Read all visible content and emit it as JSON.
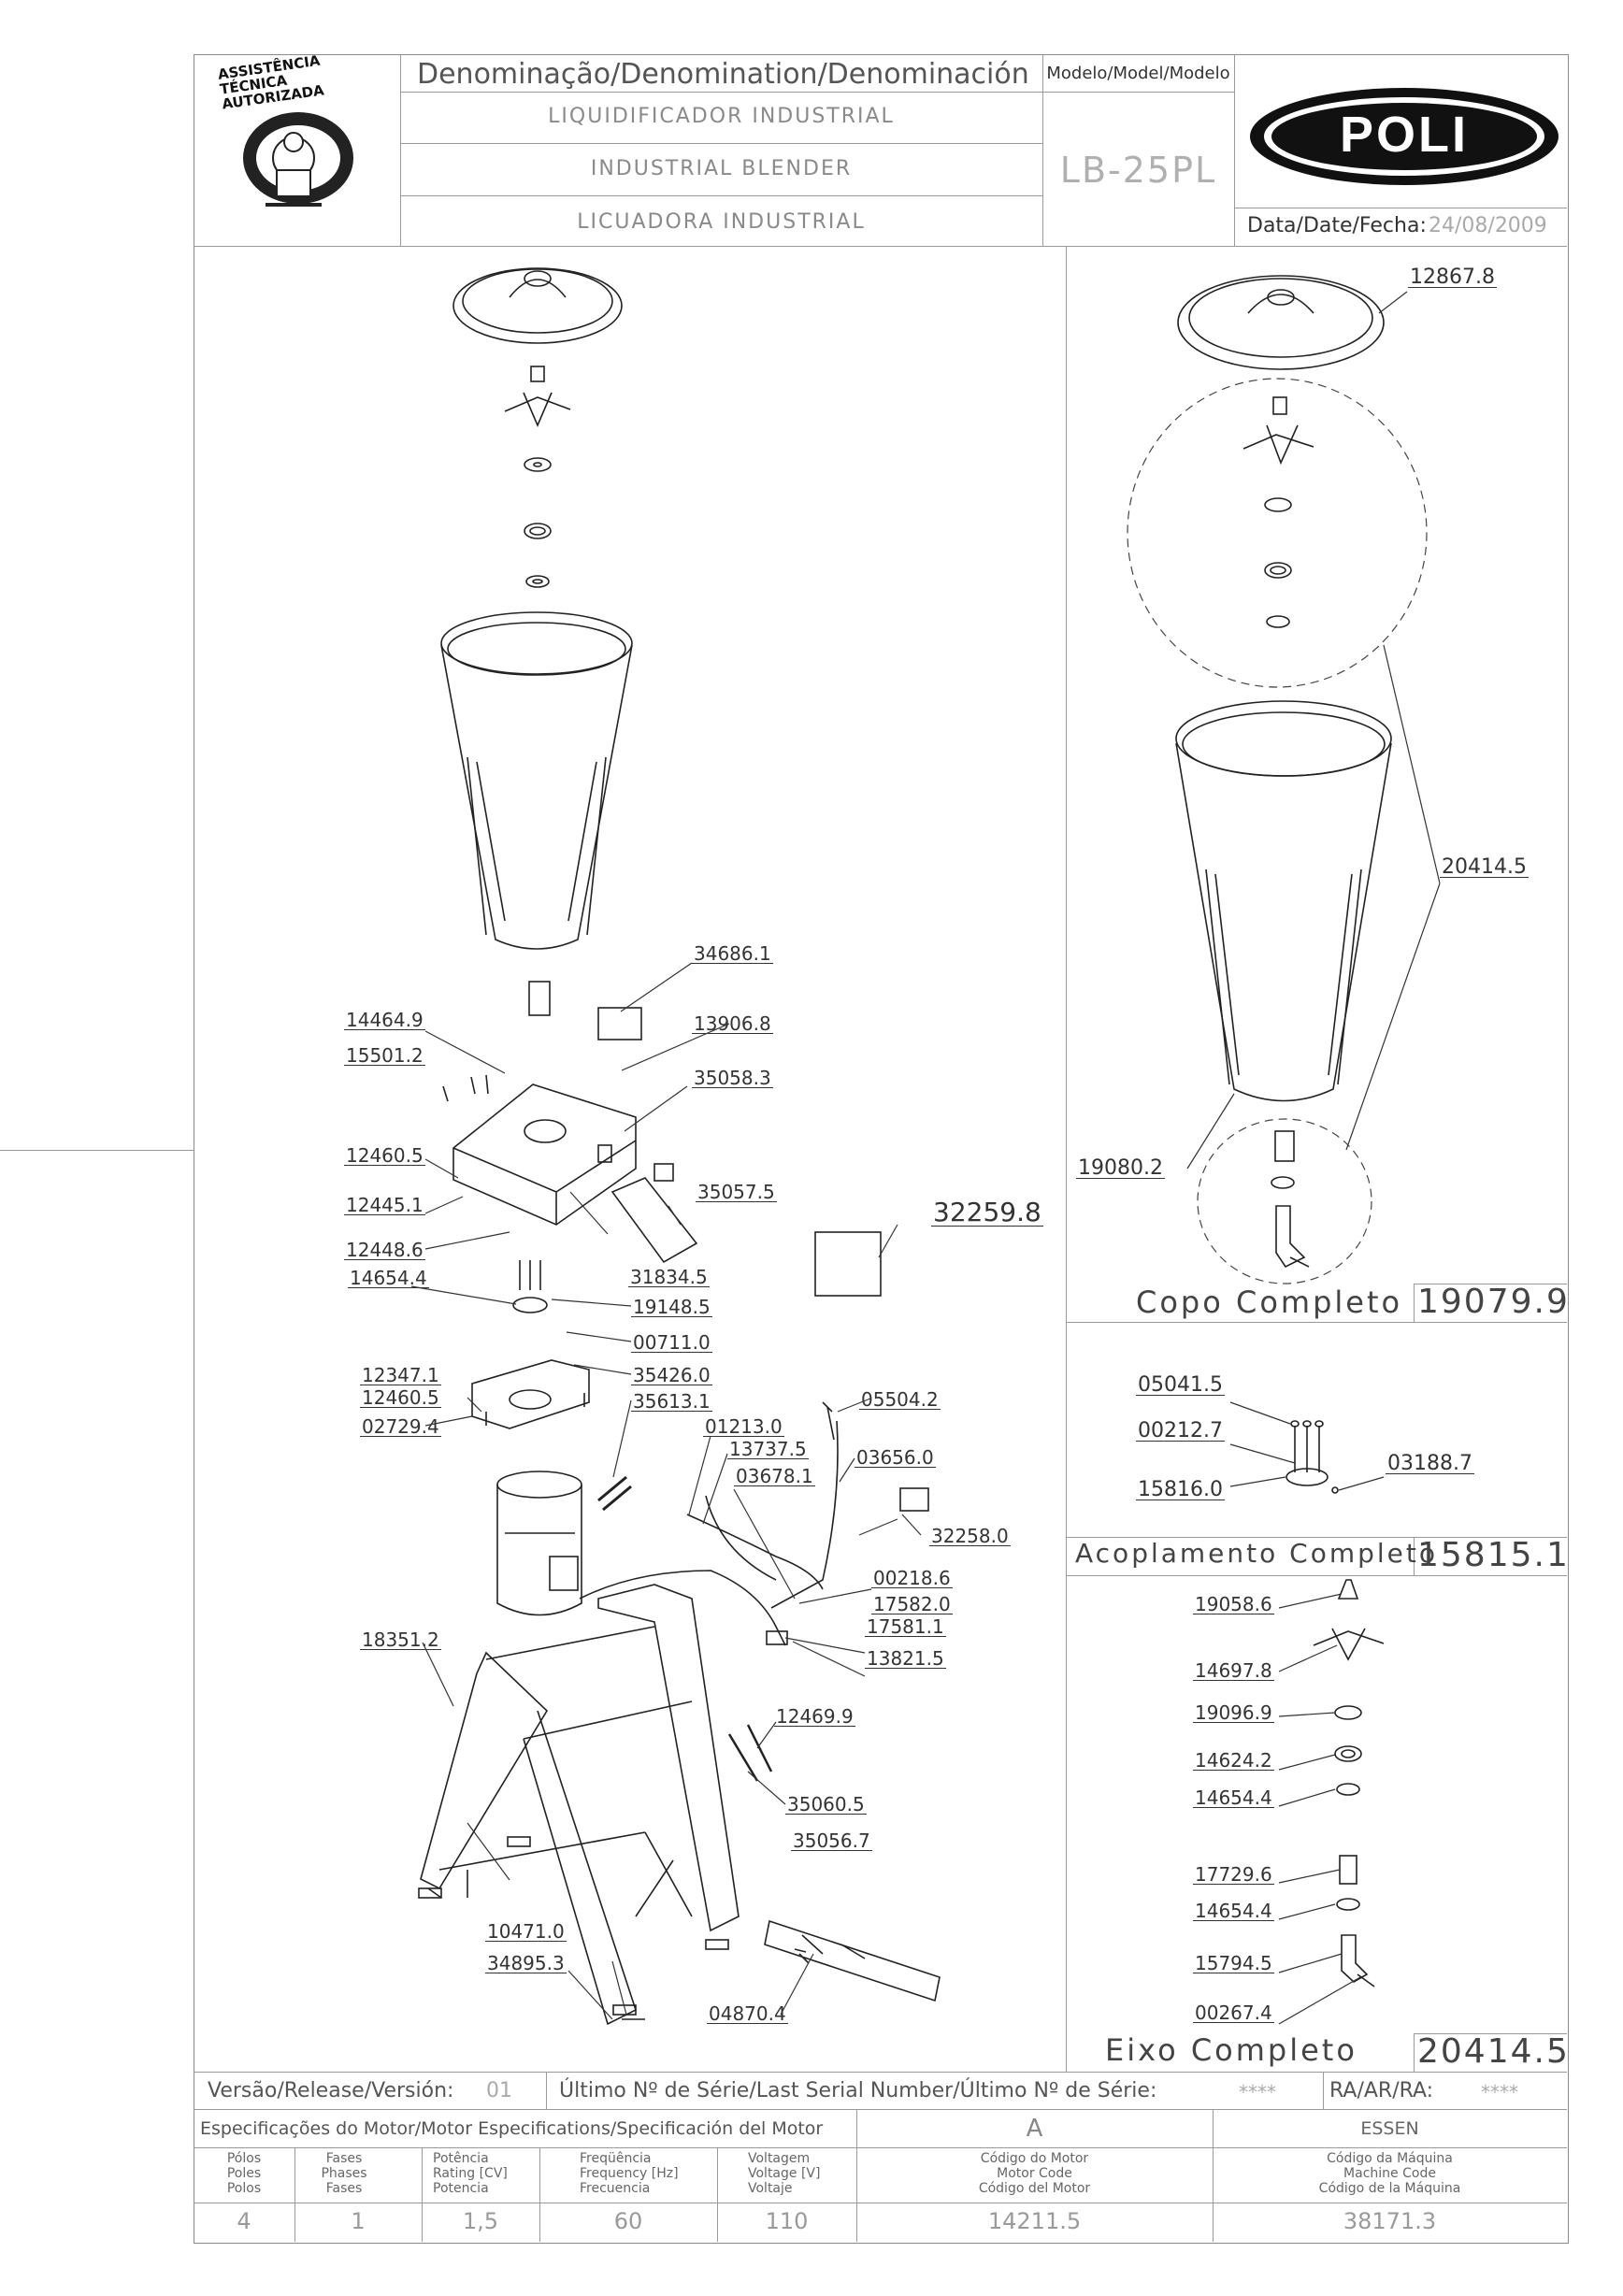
{
  "header": {
    "stamp_text": "ASSISTÊNCIA TÉCNICA AUTORIZADA",
    "denomination_label": "Denominação/Denomination/Denominación",
    "names": [
      "LIQUIDIFICADOR INDUSTRIAL",
      "INDUSTRIAL BLENDER",
      "LICUADORA INDUSTRIAL"
    ],
    "model_label": "Modelo/Model/Modelo",
    "model": "LB-25PL",
    "brand": "POLI",
    "date_label": "Data/Date/Fecha:",
    "date": "24/08/2009"
  },
  "main_labels": [
    "34686.1",
    "14464.9",
    "13906.8",
    "15501.2",
    "35058.3",
    "12460.5",
    "12445.1",
    "35057.5",
    "12448.6",
    "31834.5",
    "32259.8",
    "14654.4",
    "19148.5",
    "00711.0",
    "12347.1",
    "35426.0",
    "12460.5",
    "35613.1",
    "02729.4",
    "01213.0",
    "05504.2",
    "13737.5",
    "03656.0",
    "03678.1",
    "32258.0",
    "00218.6",
    "17582.0",
    "17581.1",
    "18351.2",
    "13821.5",
    "12469.9",
    "35060.5",
    "35056.7",
    "10471.0",
    "34895.3",
    "04870.4"
  ],
  "copo": {
    "labels": [
      "12867.8",
      "20414.5",
      "19080.2"
    ],
    "title": "Copo Completo",
    "code": "19079.9"
  },
  "acoplamento": {
    "labels": [
      "05041.5",
      "00212.7",
      "03188.7",
      "15816.0"
    ],
    "title": "Acoplamento Completo",
    "code": "15815.1"
  },
  "eixo": {
    "labels": [
      "19058.6",
      "14697.8",
      "19096.9",
      "14624.2",
      "14654.4",
      "17729.6",
      "14654.4",
      "15794.5",
      "00267.4"
    ],
    "title": "Eixo Completo",
    "code": "20414.5"
  },
  "footer": {
    "version_label": "Versão/Release/Versión:",
    "version": "01",
    "serial_label": "Último Nº de Série/Last Serial Number/Último Nº de Série:",
    "serial": "****",
    "ra_label": "RA/AR/RA:",
    "ra": "****",
    "motor_spec_label": "Especificações do Motor/Motor Especifications/Specificación del Motor",
    "motor_class": "A",
    "motor_brand": "ESSEN",
    "columns": [
      {
        "lines": [
          "Pólos",
          "Poles",
          "Polos"
        ],
        "value": "4"
      },
      {
        "lines": [
          "Fases",
          "Phases",
          "Fases"
        ],
        "value": "1"
      },
      {
        "lines": [
          "Potência",
          "Rating [CV]",
          "Potencia"
        ],
        "value": "1,5"
      },
      {
        "lines": [
          "Freqüência",
          "Frequency [Hz]",
          "Frecuencia"
        ],
        "value": "60"
      },
      {
        "lines": [
          "Voltagem",
          "Voltage [V]",
          "Voltaje"
        ],
        "value": "110"
      },
      {
        "lines": [
          "Código do Motor",
          "Motor Code",
          "Código del Motor"
        ],
        "value": "14211.5"
      },
      {
        "lines": [
          "Código da Máquina",
          "Machine Code",
          "Código de la Máquina"
        ],
        "value": "38171.3"
      }
    ]
  }
}
